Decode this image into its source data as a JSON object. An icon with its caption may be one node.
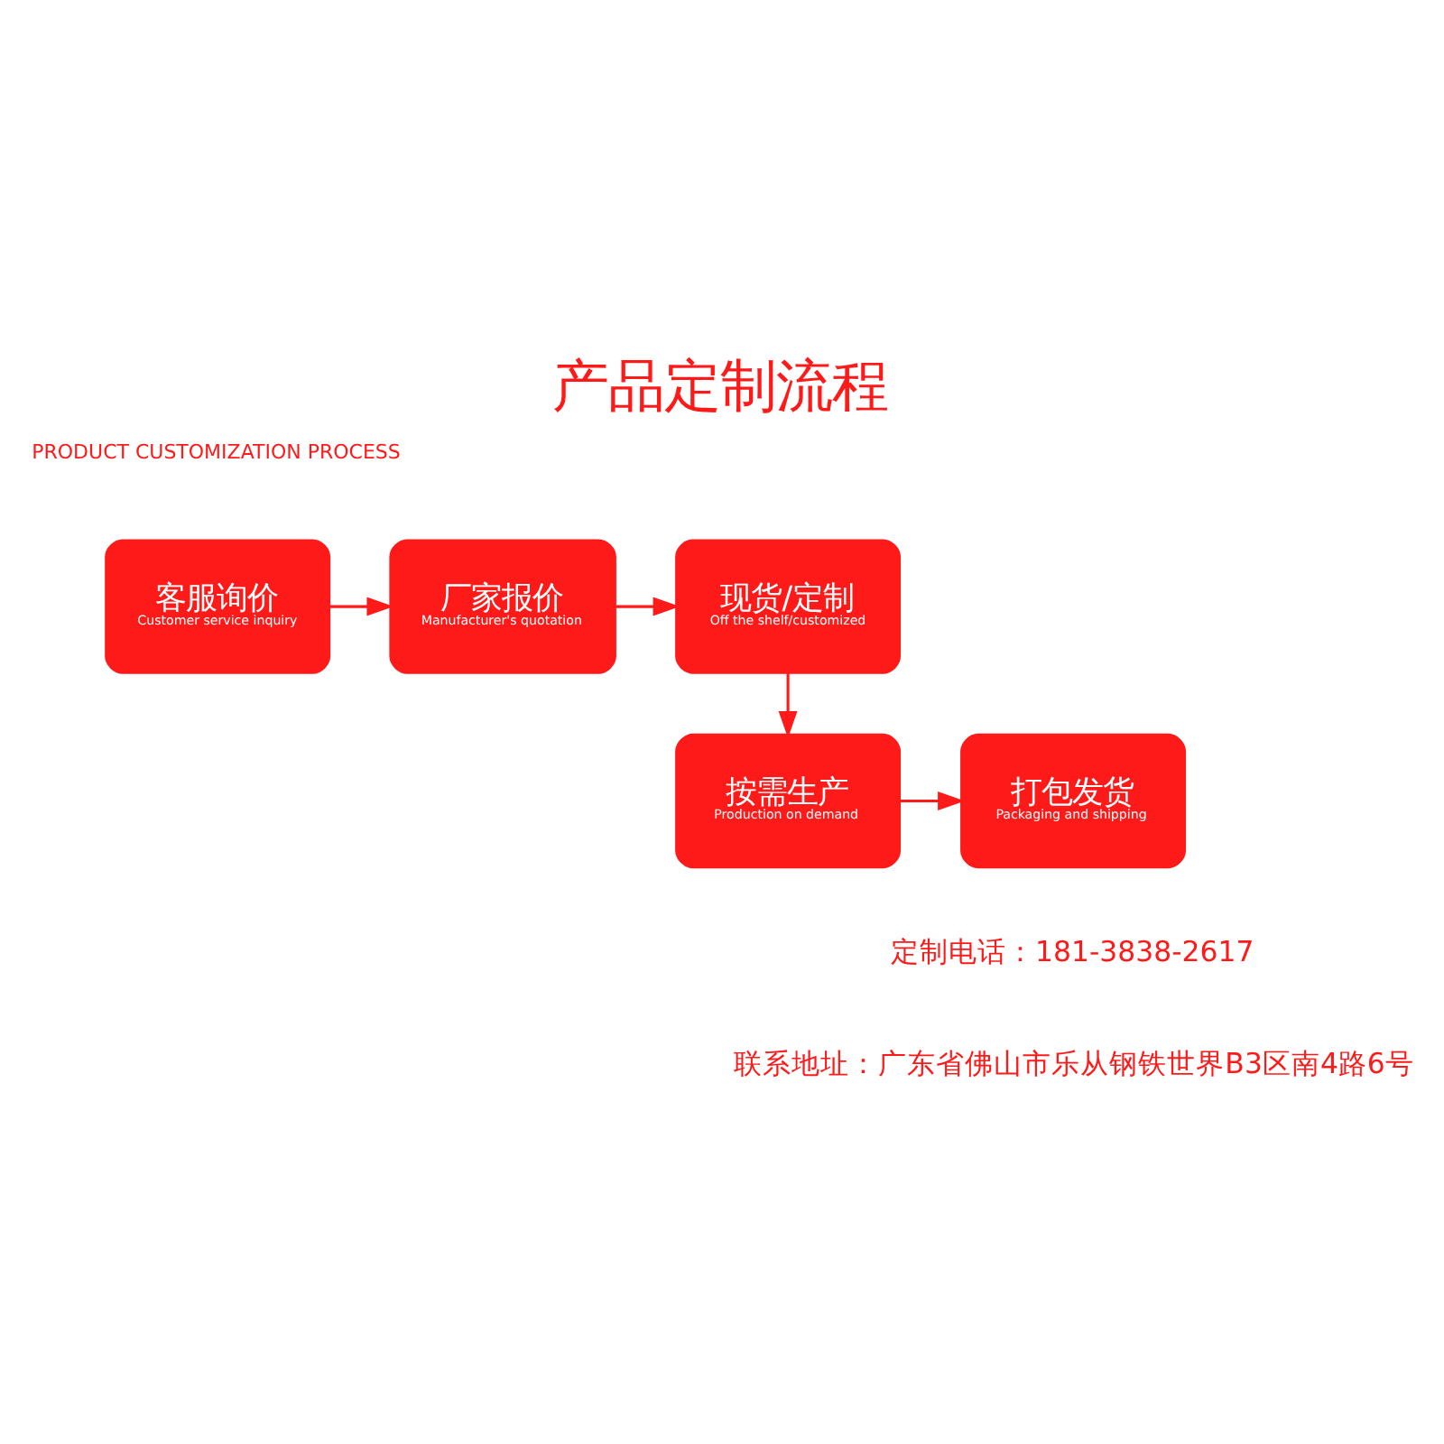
{
  "diagram": {
    "title": "产品定制流程",
    "nodes": [
      {
        "text": [
          "客服询价",
          "Customer service inquiry"
        ]
      },
      {
        "text": [
          "厂家报价",
          "Manufacturer's quotation"
        ]
      },
      {
        "text": [
          "现货/定制",
          "Off the shelf/customized"
        ]
      },
      {
        "text": [
          "打包发货",
          "Packaging and shipping"
        ]
      },
      {
        "text": [
          "按需生产",
          "Production on demand"
        ]
      }
    ],
    "edges": [
      {
        "from": 0,
        "to": 1,
        "arrow": "to"
      },
      {
        "from": 1,
        "to": 2,
        "arrow": "to"
      },
      {
        "from": 2,
        "to": 4,
        "arrow": "to"
      },
      {
        "from": 4,
        "to": 3,
        "arrow": "to"
      }
    ],
    "labels": [
      "PRODUCT CUSTOMIZATION PROCESS",
      "定制电话：181-3838-2617",
      "联系地址：广东省佛山市乐从钢铁世界B3区南4路6号"
    ]
  }
}
